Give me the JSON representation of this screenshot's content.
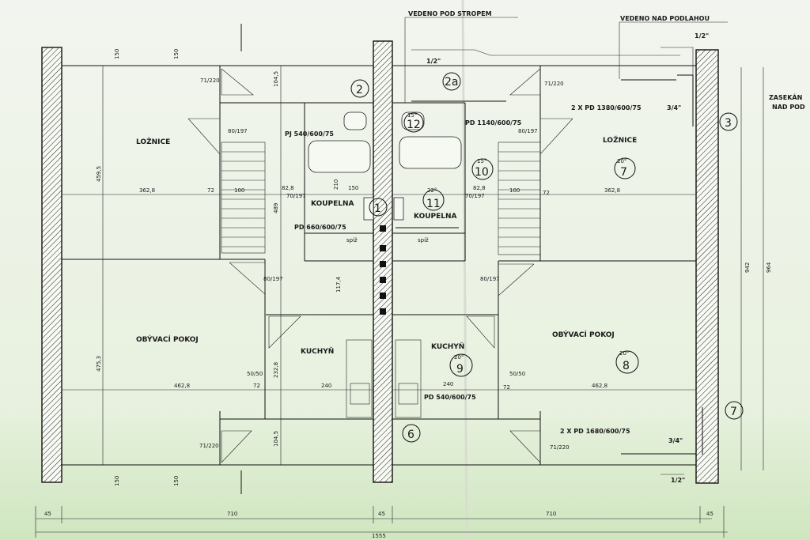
{
  "notes": {
    "pod_stropem": "VEDENO POD STROPEM",
    "nad_podlahou": "VEDENO NAD PODLAHOU",
    "zasekano": "ZASEKÁN",
    "nad_pod": "NAD POD"
  },
  "rooms": {
    "loznice_l": "LOŽNICE",
    "loznice_r": "LOŽNICE",
    "obyvaci_l": "OBÝVACÍ POKOJ",
    "obyvaci_r": "OBÝVACÍ POKOJ",
    "kuchyn_l": "KUCHYŇ",
    "kuchyn_r": "KUCHYŇ",
    "koupelna_l": "KOUPELNA",
    "koupelna_r": "KOUPELNA",
    "spiz_l": "spíž",
    "spiz_r": "spíž"
  },
  "markers": {
    "m1": "1",
    "m2": "2",
    "m2a": "2a",
    "m3": "3",
    "m6": "6",
    "m7": "7",
    "m7r": "7",
    "m8": "8",
    "m9": "9",
    "m10": "10",
    "m11": "11",
    "m12": "12"
  },
  "temps": {
    "t7": "20°",
    "t8": "20°",
    "t9": "20°",
    "t10": "15°",
    "t11": "22°",
    "t12": "15°"
  },
  "radiators": {
    "pj540": "PJ 540/600/75",
    "pd1140": "PD 1140/600/75",
    "pd1380": "2 X PD 1380/600/75",
    "pd660": "PD 660/600/75",
    "pd540": "PD 540/600/75",
    "pd1680": "2 X PD 1680/600/75"
  },
  "fractions": {
    "half_top": "1/2\"",
    "half_top2": "1/2\"",
    "half_bottom": "1/2\"",
    "q34_top": "3/4\"",
    "q34_bottom": "3/4\""
  },
  "dims": {
    "d459_5": "459,5",
    "d362_8a": "362,8",
    "d362_8b": "362,8",
    "d475_3": "475,3",
    "d462_8a": "462,8",
    "d462_8b": "462,8",
    "d489": "489",
    "d117_4": "117,4",
    "d232_8": "232,8",
    "d104_5a": "104,5",
    "d104_5b": "104,5",
    "d240a": "240",
    "d240b": "240",
    "d942": "942",
    "d964": "964",
    "d82_8a": "82,8",
    "d82_8b": "82,8",
    "d72a": "72",
    "d72b": "72",
    "d72c": "72",
    "d72d": "72",
    "d100a": "100",
    "d100b": "100",
    "d150a": "150",
    "d210": "210",
    "d1555": "1555",
    "d710a": "710",
    "d710b": "710",
    "d45a": "45",
    "d45b": "45",
    "d45c": "45",
    "door71_220a": "71/220",
    "door71_220b": "71/220",
    "door71_220c": "71/220",
    "door71_220d": "71/220",
    "door80_197a": "80/197",
    "door80_197b": "80/197",
    "door80_197c": "80/197",
    "door80_197d": "80/197",
    "door70_197a": "70/197",
    "door70_197b": "70/197",
    "door50_50a": "50/50",
    "door50_50b": "50/50",
    "w150a": "150",
    "w150b": "150",
    "w150c": "150",
    "w150d": "150"
  }
}
